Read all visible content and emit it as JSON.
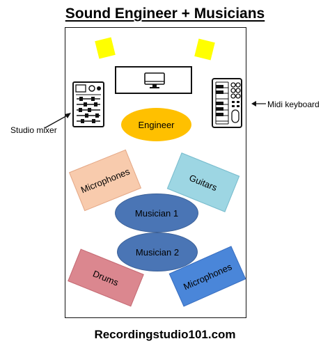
{
  "title": "Sound Engineer + Musicians",
  "labels": {
    "engineer": "Engineer",
    "microphones_top": "Microphones",
    "guitars": "Guitars",
    "musician_1": "Musician 1",
    "musician_2": "Musician 2",
    "drums": "Drums",
    "microphones_bottom": "Microphones",
    "studio_mixer": "Studio mixer",
    "midi_keyboard": "Midi keyboard"
  },
  "footer": "Recordingstudio101.com",
  "icons": [
    "desktop-monitor-icon",
    "studio-mixer-icon",
    "midi-keyboard-icon",
    "studio-light"
  ],
  "colors": {
    "light": "#ffff00",
    "engineer": "#ffc000",
    "musicians": "#4a75b5",
    "microphones_top": "#f8cbad",
    "guitars": "#9dd6e3",
    "drums": "#db878f",
    "microphones_bottom": "#4a86d9"
  }
}
